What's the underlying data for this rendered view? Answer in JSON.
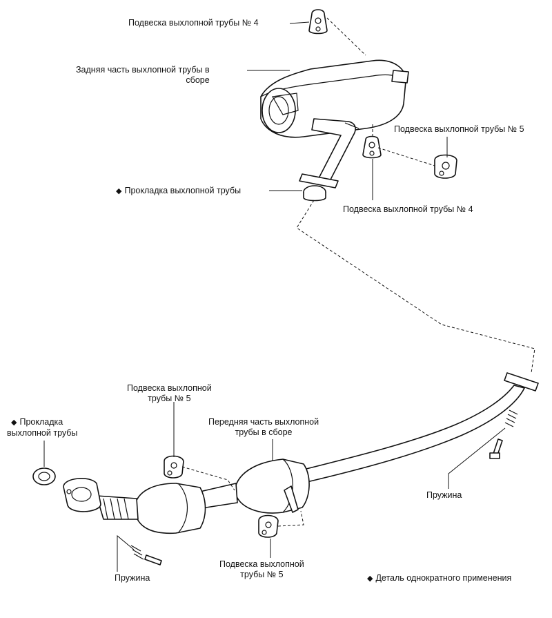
{
  "labels": {
    "hanger4_top": "Подвеска выхлопной трубы № 4",
    "rear_assy_line1": "Задняя часть выхлопной трубы в",
    "rear_assy_line2": "сборе",
    "hanger5_right": "Подвеска выхлопной трубы № 5",
    "gasket_top": "Прокладка выхлопной трубы",
    "hanger4_mid": "Подвеска выхлопной трубы № 4",
    "hanger5_left_line1": "Подвеска выхлопной",
    "hanger5_left_line2": "трубы № 5",
    "gasket_left_line1": "Прокладка",
    "gasket_left_line2": "выхлопной трубы",
    "front_assy_line1": "Передняя часть выхлопной",
    "front_assy_line2": "трубы в сборе",
    "spring_right": "Пружина",
    "spring_left": "Пружина",
    "hanger5_bottom_line1": "Подвеска выхлопной",
    "hanger5_bottom_line2": "трубы № 5",
    "legend_single_use": "Деталь однократного применения"
  },
  "symbols": {
    "single_use_marker": "◆"
  }
}
